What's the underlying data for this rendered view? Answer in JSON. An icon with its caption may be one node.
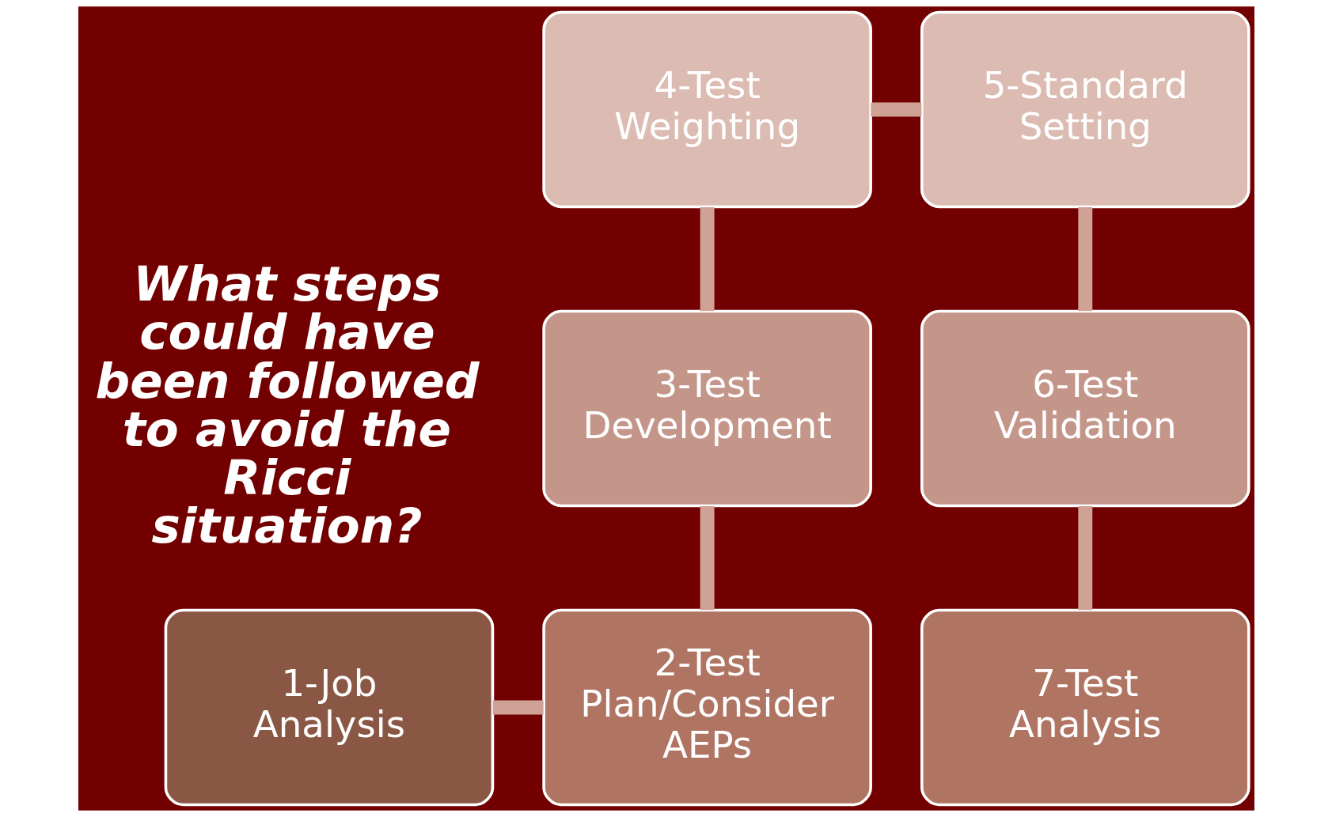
{
  "diagram": {
    "nodes": [
      {
        "text": [
          "1-Job Analysis"
        ]
      },
      {
        "text": [
          "2-Test Plan/Consider AEPs"
        ]
      },
      {
        "text": [
          "3-Test Development"
        ]
      },
      {
        "text": [
          "4-Test Weighting"
        ]
      },
      {
        "text": [
          "5-Standard Setting"
        ]
      },
      {
        "text": [
          "6-Test Validation"
        ]
      },
      {
        "text": [
          "7-Test Analysis"
        ]
      }
    ],
    "edges": [
      {
        "from": 0,
        "to": 1,
        "arrow": "none"
      },
      {
        "from": 1,
        "to": 2,
        "arrow": "none"
      },
      {
        "from": 2,
        "to": 3,
        "arrow": "none"
      },
      {
        "from": 3,
        "to": 4,
        "arrow": "none"
      },
      {
        "from": 4,
        "to": 5,
        "arrow": "none"
      },
      {
        "from": 5,
        "to": 6,
        "arrow": "none"
      }
    ],
    "labels": [
      "What steps could have been followed to avoid the Ricci situation?"
    ]
  }
}
